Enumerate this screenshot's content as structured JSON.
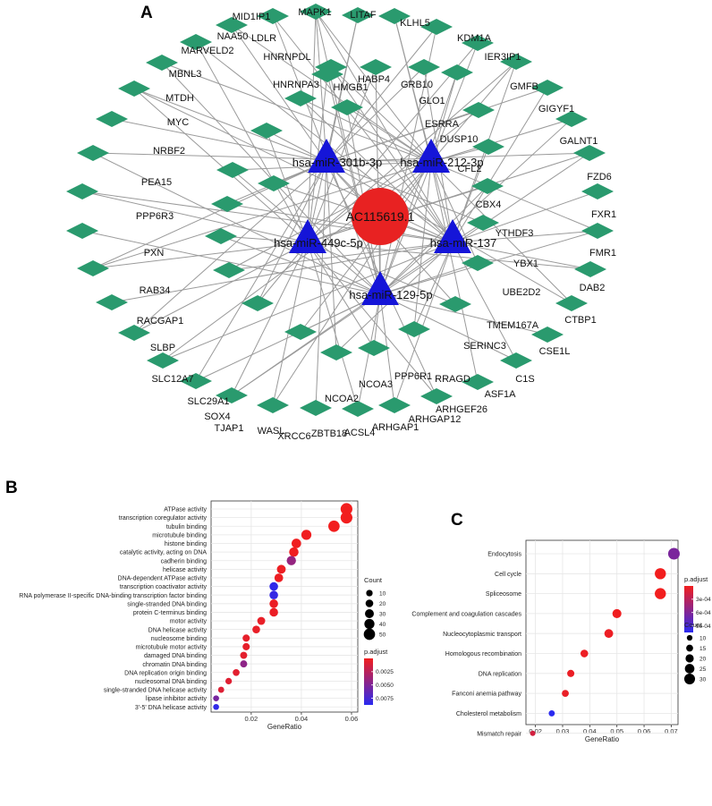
{
  "panel_labels": {
    "a": "A",
    "b": "B",
    "c": "C"
  },
  "network": {
    "center": "AC115619.1",
    "mirnas": [
      "hsa-miR-301b-3p",
      "hsa-miR-212-3p",
      "hsa-miR-449c-5p",
      "hsa-miR-137",
      "hsa-miR-129-5p"
    ],
    "genes": [
      "MAPK1",
      "LITAF",
      "KLHL5",
      "KDM1A",
      "IER3IP1",
      "GMFB",
      "GIGYF1",
      "GALNT1",
      "FZD6",
      "FXR1",
      "FMR1",
      "DAB2",
      "CTBP1",
      "CSE1L",
      "C1S",
      "ASF1A",
      "ARHGEF26",
      "ARHGAP12",
      "ARHGAP1",
      "ACSL4",
      "ZBTB18",
      "XRCC6",
      "WASL",
      "TJAP1",
      "SOX4",
      "SLC29A1",
      "SLC12A7",
      "SLBP",
      "RACGAP1",
      "RAB34",
      "PXN",
      "PPP6R3",
      "PEA15",
      "NRBF2",
      "MYC",
      "MTDH",
      "MBNL3",
      "MARVELD2",
      "NAA50",
      "MID1IP1",
      "LDLR",
      "HNRNPDL",
      "HNRNPA3",
      "HMGB1",
      "HABP4",
      "GRB10",
      "GLO1",
      "ESRRA",
      "DUSP10",
      "CFL2",
      "CBX4",
      "YTHDF3",
      "YBX1",
      "UBE2D2",
      "TMEM167A",
      "SERINC3",
      "RRAGD",
      "PPP6R1",
      "NCOA3",
      "NCOA2"
    ]
  },
  "chart_data": [
    {
      "type": "scatter",
      "panel": "B",
      "xlabel": "GeneRatio",
      "xticks": [
        0.02,
        0.04,
        0.06
      ],
      "xlim": [
        0.004,
        0.0625
      ],
      "categories": [
        "ATPase activity",
        "transcription coregulator activity",
        "tubulin binding",
        "microtubule binding",
        "histone binding",
        "catalytic activity, acting on DNA",
        "cadherin binding",
        "helicase activity",
        "DNA-dependent ATPase activity",
        "transcription coactivator activity",
        "RNA polymerase II-specific DNA-binding transcription factor binding",
        "single-stranded DNA binding",
        "protein C-terminus binding",
        "motor activity",
        "DNA helicase activity",
        "nucleosome binding",
        "microtubule motor activity",
        "damaged DNA binding",
        "chromatin DNA binding",
        "DNA replication origin binding",
        "nucleosomal DNA binding",
        "single-stranded DNA helicase activity",
        "lipase inhibitor activity",
        "3'-5' DNA helicase activity"
      ],
      "gene_ratio": [
        0.058,
        0.058,
        0.053,
        0.042,
        0.038,
        0.037,
        0.036,
        0.032,
        0.031,
        0.029,
        0.029,
        0.029,
        0.029,
        0.024,
        0.022,
        0.018,
        0.018,
        0.017,
        0.017,
        0.014,
        0.011,
        0.008,
        0.006,
        0.006
      ],
      "count": [
        54,
        54,
        50,
        39,
        35,
        34,
        33,
        29,
        28,
        27,
        27,
        27,
        27,
        22,
        20,
        16,
        16,
        15,
        15,
        13,
        10,
        7,
        5,
        5
      ],
      "p_adjust": [
        0.0002,
        0.0002,
        0.0002,
        0.0003,
        0.0003,
        0.0003,
        0.0042,
        0.0004,
        0.0004,
        0.0085,
        0.0083,
        0.0005,
        0.0005,
        0.0006,
        0.0006,
        0.0007,
        0.0007,
        0.0008,
        0.0045,
        0.0009,
        0.001,
        0.0011,
        0.0055,
        0.0085
      ],
      "size_legend": {
        "title": "Count",
        "values": [
          10,
          20,
          30,
          40,
          50
        ]
      },
      "color_legend": {
        "title": "p.adjust",
        "ticks": [
          "0.0025",
          "0.0050",
          "0.0075"
        ],
        "range": [
          0.0002,
          0.0088
        ],
        "low_color": "#f21e1e",
        "high_color": "#2a2af0"
      }
    },
    {
      "type": "scatter",
      "panel": "C",
      "xlabel": "GeneRatio",
      "xticks": [
        0.02,
        0.03,
        0.04,
        0.05,
        0.06,
        0.07
      ],
      "xlim": [
        0.0165,
        0.0725
      ],
      "categories": [
        "Endocytosis",
        "Cell cycle",
        "Spliceosome",
        "Complement and coagulation cascades",
        "Nucleocytoplasmic transport",
        "Homologous recombination",
        "DNA replication",
        "Fanconi anemia pathway",
        "Cholesterol metabolism",
        "Mismatch repair"
      ],
      "gene_ratio": [
        0.071,
        0.066,
        0.066,
        0.05,
        0.047,
        0.038,
        0.033,
        0.031,
        0.026,
        0.019
      ],
      "count": [
        33,
        31,
        31,
        23,
        22,
        18,
        16,
        15,
        12,
        9
      ],
      "p_adjust": [
        0.0007,
        2e-05,
        2e-05,
        3e-05,
        5e-05,
        5e-05,
        6e-05,
        7e-05,
        0.00115,
        0.0002
      ],
      "size_legend": {
        "title": "Count",
        "values": [
          10,
          15,
          20,
          25,
          30
        ]
      },
      "color_legend": {
        "title": "p.adjust",
        "ticks": [
          "3e-04",
          "6e-04",
          "9e-04"
        ],
        "range": [
          2e-05,
          0.00115
        ],
        "low_color": "#f21e1e",
        "high_color": "#2a2af0"
      }
    }
  ]
}
